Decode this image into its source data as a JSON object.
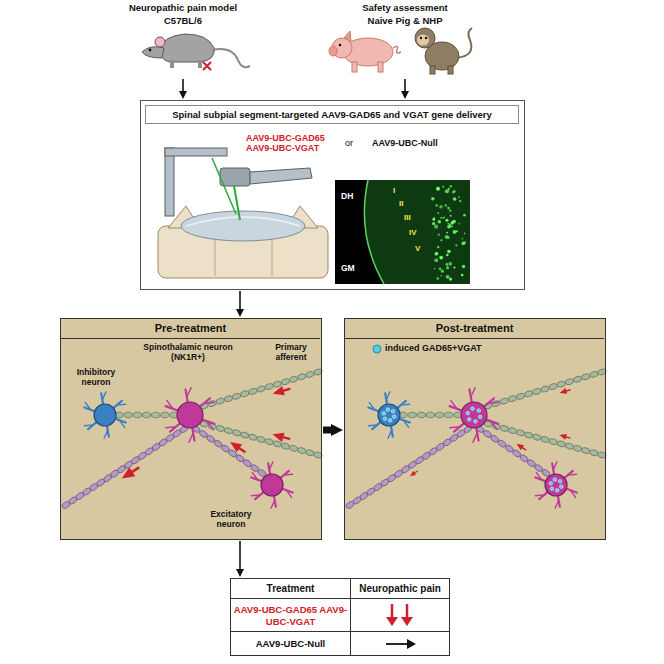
{
  "diagram": {
    "nodes": [
      {
        "text": [
          "Neuropathic pain model",
          "C57BL/6"
        ]
      },
      {
        "text": [
          "Safety assessment",
          "Naive Pig & NHP"
        ]
      },
      {
        "text": [
          "Spinal subpial segment-targeted AAV9-GAD65 and VGAT gene delivery"
        ]
      },
      {
        "text": [
          "Pre-treatment"
        ]
      },
      {
        "text": [
          "Post-treatment"
        ]
      },
      {
        "text": [
          "Treatment",
          "Neuropathic pain",
          "AAV9-UBC-GAD65 AAV9-UBC-VGAT",
          "AAV9-UBC-Null"
        ]
      }
    ],
    "edges": [
      {
        "from": 0,
        "to": 2,
        "arrow": "to"
      },
      {
        "from": 1,
        "to": 2,
        "arrow": "to"
      },
      {
        "from": 2,
        "to": 3,
        "arrow": "to"
      },
      {
        "from": 3,
        "to": 4,
        "arrow": "to"
      },
      {
        "from": 3,
        "to": 5,
        "arrow": "to"
      }
    ],
    "labels": [
      "AAV9-UBC-GAD65 AAV9-UBC-VGAT",
      "or",
      "AAV9-UBC-Null",
      "DH",
      "I",
      "II",
      "III",
      "IV",
      "V",
      "GM",
      "Spinothalamic neuron (NK1R+)",
      "Primary afferent",
      "Inhibitory neuron",
      "Excitatory neuron",
      "induced GAD65+VGAT"
    ]
  }
}
